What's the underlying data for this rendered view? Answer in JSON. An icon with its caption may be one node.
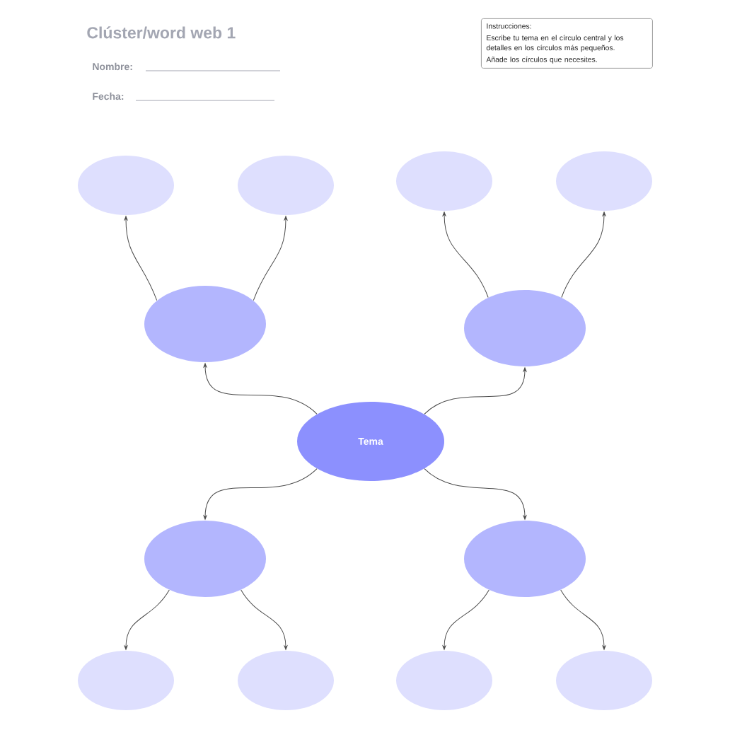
{
  "diagram": {
    "title": "Clúster/word web 1",
    "nodes": [
      {
        "text": [
          "Instrucciones:",
          "Escribe tu tema en el círculo central y los detalles en los círculos más pequeños.",
          "Añade los círculos que necesites."
        ]
      },
      {
        "text": [],
        "shape": "circle"
      },
      {
        "text": [],
        "shape": "circle"
      },
      {
        "text": [],
        "shape": "circle"
      },
      {
        "text": [],
        "shape": "circle"
      },
      {
        "text": [],
        "shape": "circle"
      },
      {
        "text": [],
        "shape": "circle"
      },
      {
        "text": [
          "Tema"
        ]
      },
      {
        "text": [],
        "shape": "circle"
      },
      {
        "text": [],
        "shape": "circle"
      },
      {
        "text": [],
        "shape": "circle"
      },
      {
        "text": [],
        "shape": "circle"
      },
      {
        "text": [],
        "shape": "circle"
      },
      {
        "text": [],
        "shape": "circle"
      }
    ],
    "edges": [
      {
        "from": 7,
        "to": 5,
        "arrow": "to"
      },
      {
        "from": 7,
        "to": 6,
        "arrow": "to"
      },
      {
        "from": 7,
        "to": 8,
        "arrow": "to"
      },
      {
        "from": 7,
        "to": 9,
        "arrow": "to"
      },
      {
        "from": 5,
        "to": 1,
        "arrow": "to"
      },
      {
        "from": 5,
        "to": 2,
        "arrow": "to"
      },
      {
        "from": 6,
        "to": 3,
        "arrow": "to"
      },
      {
        "from": 6,
        "to": 4,
        "arrow": "to"
      },
      {
        "from": 8,
        "to": 10,
        "arrow": "to"
      },
      {
        "from": 8,
        "to": 11,
        "arrow": "to"
      },
      {
        "from": 9,
        "to": 12,
        "arrow": "to"
      },
      {
        "from": 9,
        "to": 13,
        "arrow": "to"
      }
    ],
    "labels": [
      "Nombre:",
      "Fecha:"
    ]
  }
}
